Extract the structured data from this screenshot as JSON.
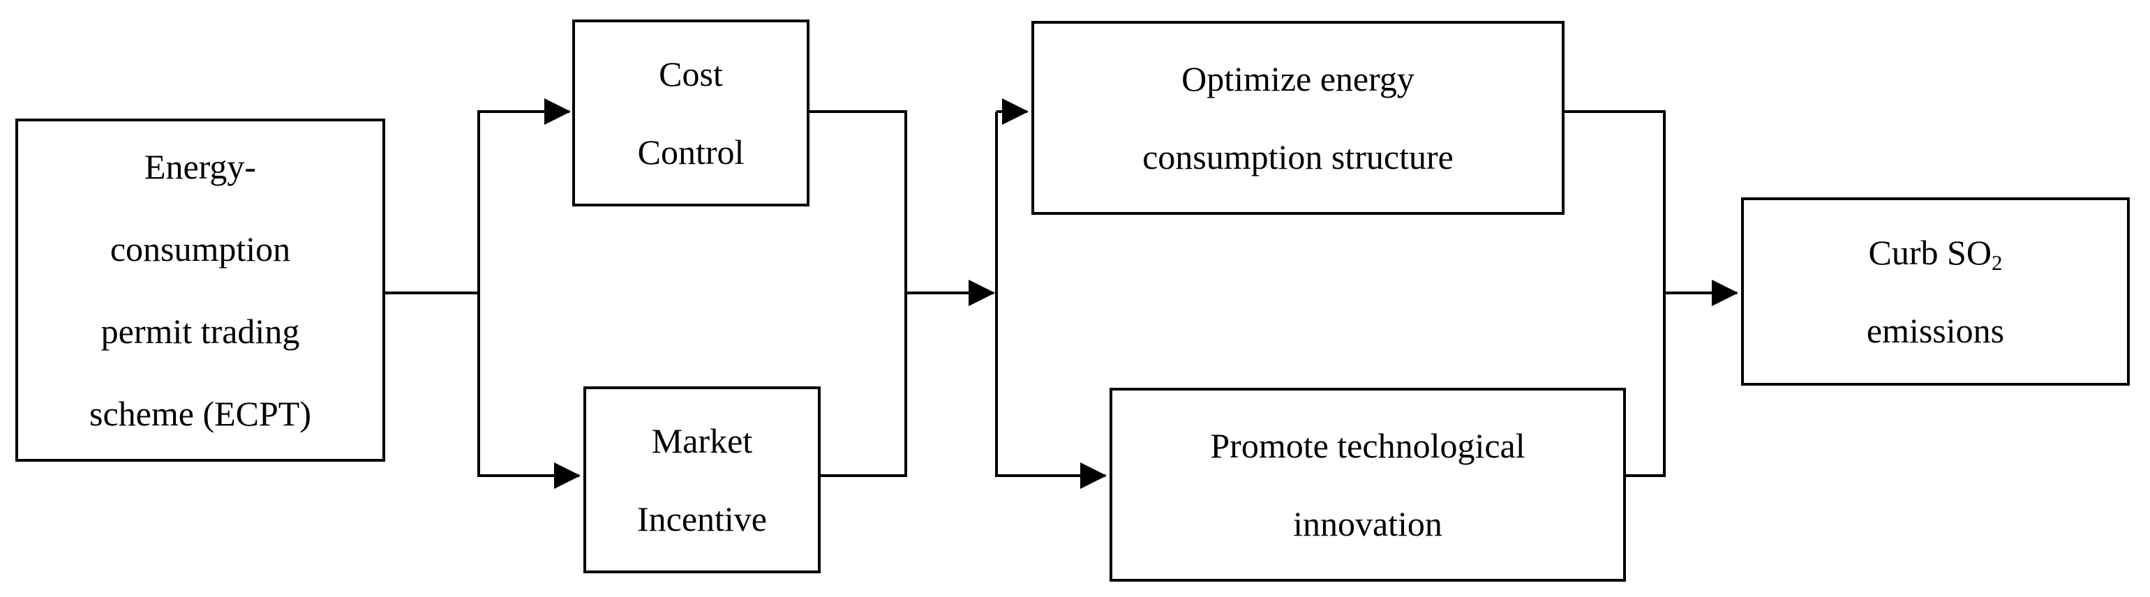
{
  "figure": {
    "type": "flow-diagram",
    "background_color": "#ffffff",
    "line_color": "#000000",
    "text_color": "#000000",
    "arrowhead_style": "solid-black-triangle"
  },
  "nodes": {
    "ecpt": {
      "lines": [
        "Energy-",
        "consumption",
        "permit trading",
        "scheme (ECPT)"
      ]
    },
    "cost": {
      "lines": [
        "Cost",
        "Control"
      ]
    },
    "market": {
      "lines": [
        "Market",
        "Incentive"
      ]
    },
    "optimize": {
      "lines": [
        "Optimize energy",
        "consumption structure"
      ]
    },
    "promote": {
      "lines": [
        "Promote technological",
        "innovation"
      ]
    },
    "curb": {
      "line1_main": "Curb SO",
      "line1_subscript": "2",
      "line2": "emissions"
    }
  },
  "edges": [
    {
      "from": "ecpt",
      "to": "branch-1",
      "arrow": false
    },
    {
      "from": "branch-1",
      "to": "cost",
      "arrow": true
    },
    {
      "from": "branch-1",
      "to": "market",
      "arrow": true
    },
    {
      "from": "cost",
      "to": "merge-1",
      "arrow": false
    },
    {
      "from": "market",
      "to": "merge-1",
      "arrow": false
    },
    {
      "from": "merge-1",
      "to": "branch-2",
      "arrow": true
    },
    {
      "from": "branch-2",
      "to": "optimize",
      "arrow": true
    },
    {
      "from": "branch-2",
      "to": "promote",
      "arrow": true
    },
    {
      "from": "optimize",
      "to": "merge-2",
      "arrow": false
    },
    {
      "from": "promote",
      "to": "merge-2",
      "arrow": false
    },
    {
      "from": "merge-2",
      "to": "curb",
      "arrow": true
    }
  ]
}
